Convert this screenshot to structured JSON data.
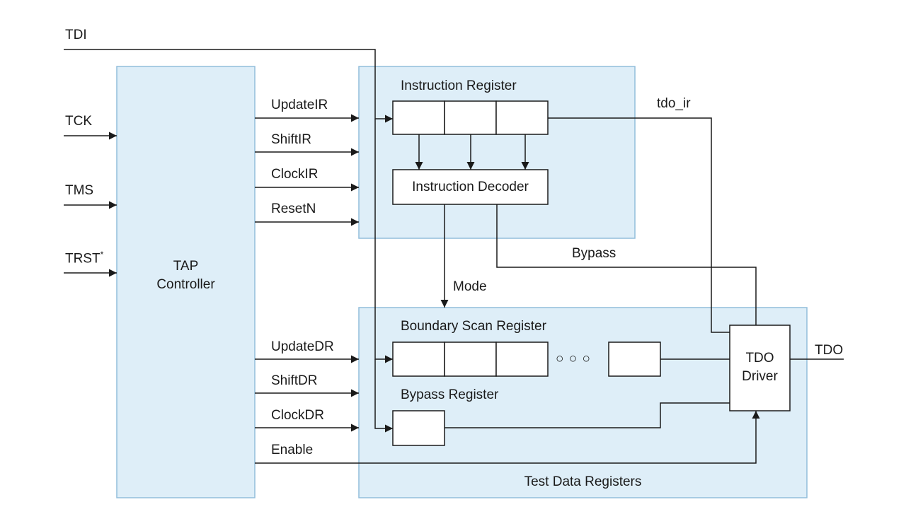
{
  "colors": {
    "line": "#1a1a1a",
    "fill_blue": "#deeef8",
    "stroke_blue": "#92bedb",
    "box_fill": "#ffffff"
  },
  "inputs": {
    "tdi": "TDI",
    "tck": "TCK",
    "tms": "TMS",
    "trst": "TRST",
    "trst_mark": "*"
  },
  "tap_controller": {
    "line1": "TAP",
    "line2": "Controller"
  },
  "ir_signals": {
    "update": "UpdateIR",
    "shift": "ShiftIR",
    "clock": "ClockIR",
    "reset": "ResetN"
  },
  "dr_signals": {
    "update": "UpdateDR",
    "shift": "ShiftDR",
    "clock": "ClockDR",
    "enable": "Enable"
  },
  "instruction_block": {
    "register_label": "Instruction Register",
    "decoder_label": "Instruction Decoder"
  },
  "nets": {
    "tdo_ir": "tdo_ir",
    "bypass": "Bypass",
    "mode": "Mode"
  },
  "data_block": {
    "boundary_label": "Boundary Scan Register",
    "ellipsis": "○ ○ ○",
    "bypass_label": "Bypass Register",
    "group_label": "Test Data Registers"
  },
  "tdo_driver": {
    "line1": "TDO",
    "line2": "Driver"
  },
  "output": {
    "tdo": "TDO"
  }
}
